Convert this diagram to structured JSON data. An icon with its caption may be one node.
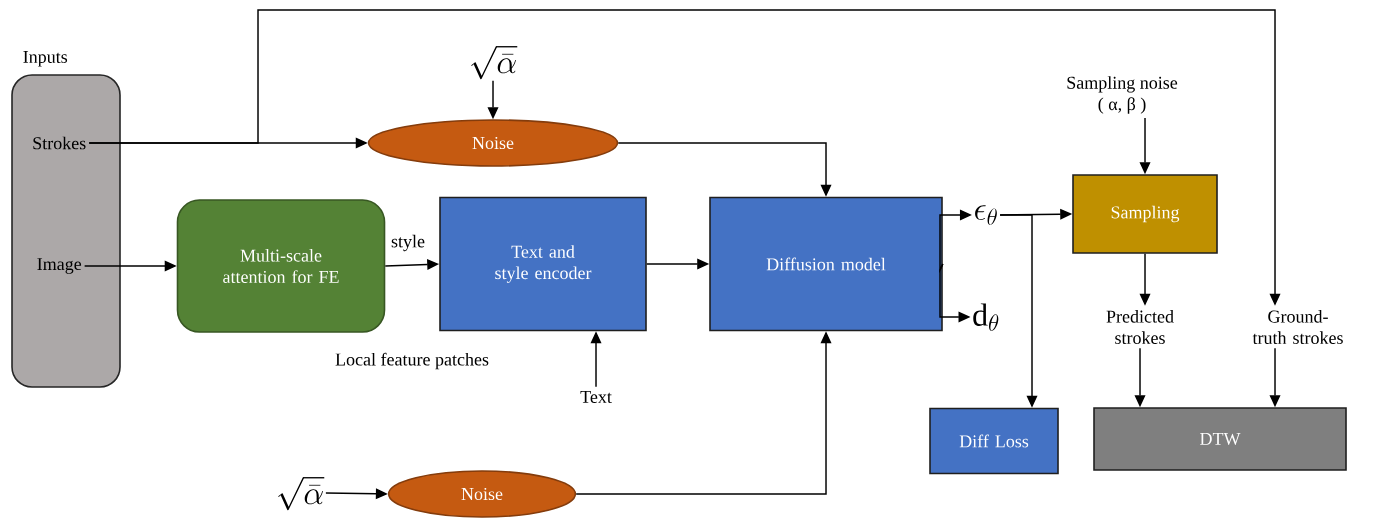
{
  "diagram": {
    "nodes": [
      {
        "text": [
          "Inputs"
        ]
      },
      {
        "text": [
          "Strokes"
        ],
        "in": 0
      },
      {
        "text": [
          "Image"
        ],
        "in": 0
      },
      {
        "text": [
          "\\sqrt{\\bar{\\alpha}}"
        ]
      },
      {
        "text": [
          "Noise"
        ]
      },
      {
        "text": [
          "Multi-scale attention for FE"
        ]
      },
      {
        "text": [
          "Text and style encoder"
        ]
      },
      {
        "text": [
          "Diffusion model"
        ]
      },
      {
        "text": [
          "\\epsilon_{\\theta}"
        ]
      },
      {
        "text": [
          "\\mathrm{d}_{\\theta}"
        ]
      },
      {
        "text": [
          "Sampling noise",
          "( α, β )"
        ]
      },
      {
        "text": [
          "Sampling"
        ]
      },
      {
        "text": [
          "Predicted strokes"
        ]
      },
      {
        "text": [
          "Ground-truth strokes"
        ]
      },
      {
        "text": [
          "Diff Loss"
        ]
      },
      {
        "text": [
          "DTW"
        ]
      },
      {
        "text": [
          "Text"
        ]
      },
      {
        "text": [
          "\\sqrt{\\bar{\\alpha}}"
        ]
      },
      {
        "text": [
          "Noise"
        ]
      }
    ],
    "edges": [
      {
        "from": 1,
        "to": 4,
        "arrow": "to"
      },
      {
        "from": 1,
        "to": 13,
        "arrow": "to"
      },
      {
        "from": 3,
        "to": 4,
        "arrow": "to"
      },
      {
        "from": 4,
        "to": 7,
        "arrow": "to"
      },
      {
        "from": 2,
        "to": 5,
        "arrow": "to"
      },
      {
        "from": 5,
        "to": 6,
        "arrow": "to",
        "label": "style"
      },
      {
        "from": 6,
        "to": 7,
        "arrow": "to"
      },
      {
        "from": 16,
        "to": 6,
        "arrow": "to"
      },
      {
        "from": 17,
        "to": 18,
        "arrow": "to"
      },
      {
        "from": 18,
        "to": 7,
        "arrow": "to"
      },
      {
        "from": 7,
        "to": 8,
        "arrow": "to"
      },
      {
        "from": 7,
        "to": 9,
        "arrow": "to"
      },
      {
        "from": 8,
        "to": 11,
        "arrow": "to"
      },
      {
        "from": 8,
        "to": 14,
        "arrow": "to"
      },
      {
        "from": 10,
        "to": 11,
        "arrow": "to"
      },
      {
        "from": 11,
        "to": 12,
        "arrow": "to"
      },
      {
        "from": 12,
        "to": 15,
        "arrow": "to"
      },
      {
        "from": 13,
        "to": 15,
        "arrow": "to"
      }
    ],
    "labels": [
      "Local feature patches"
    ]
  }
}
